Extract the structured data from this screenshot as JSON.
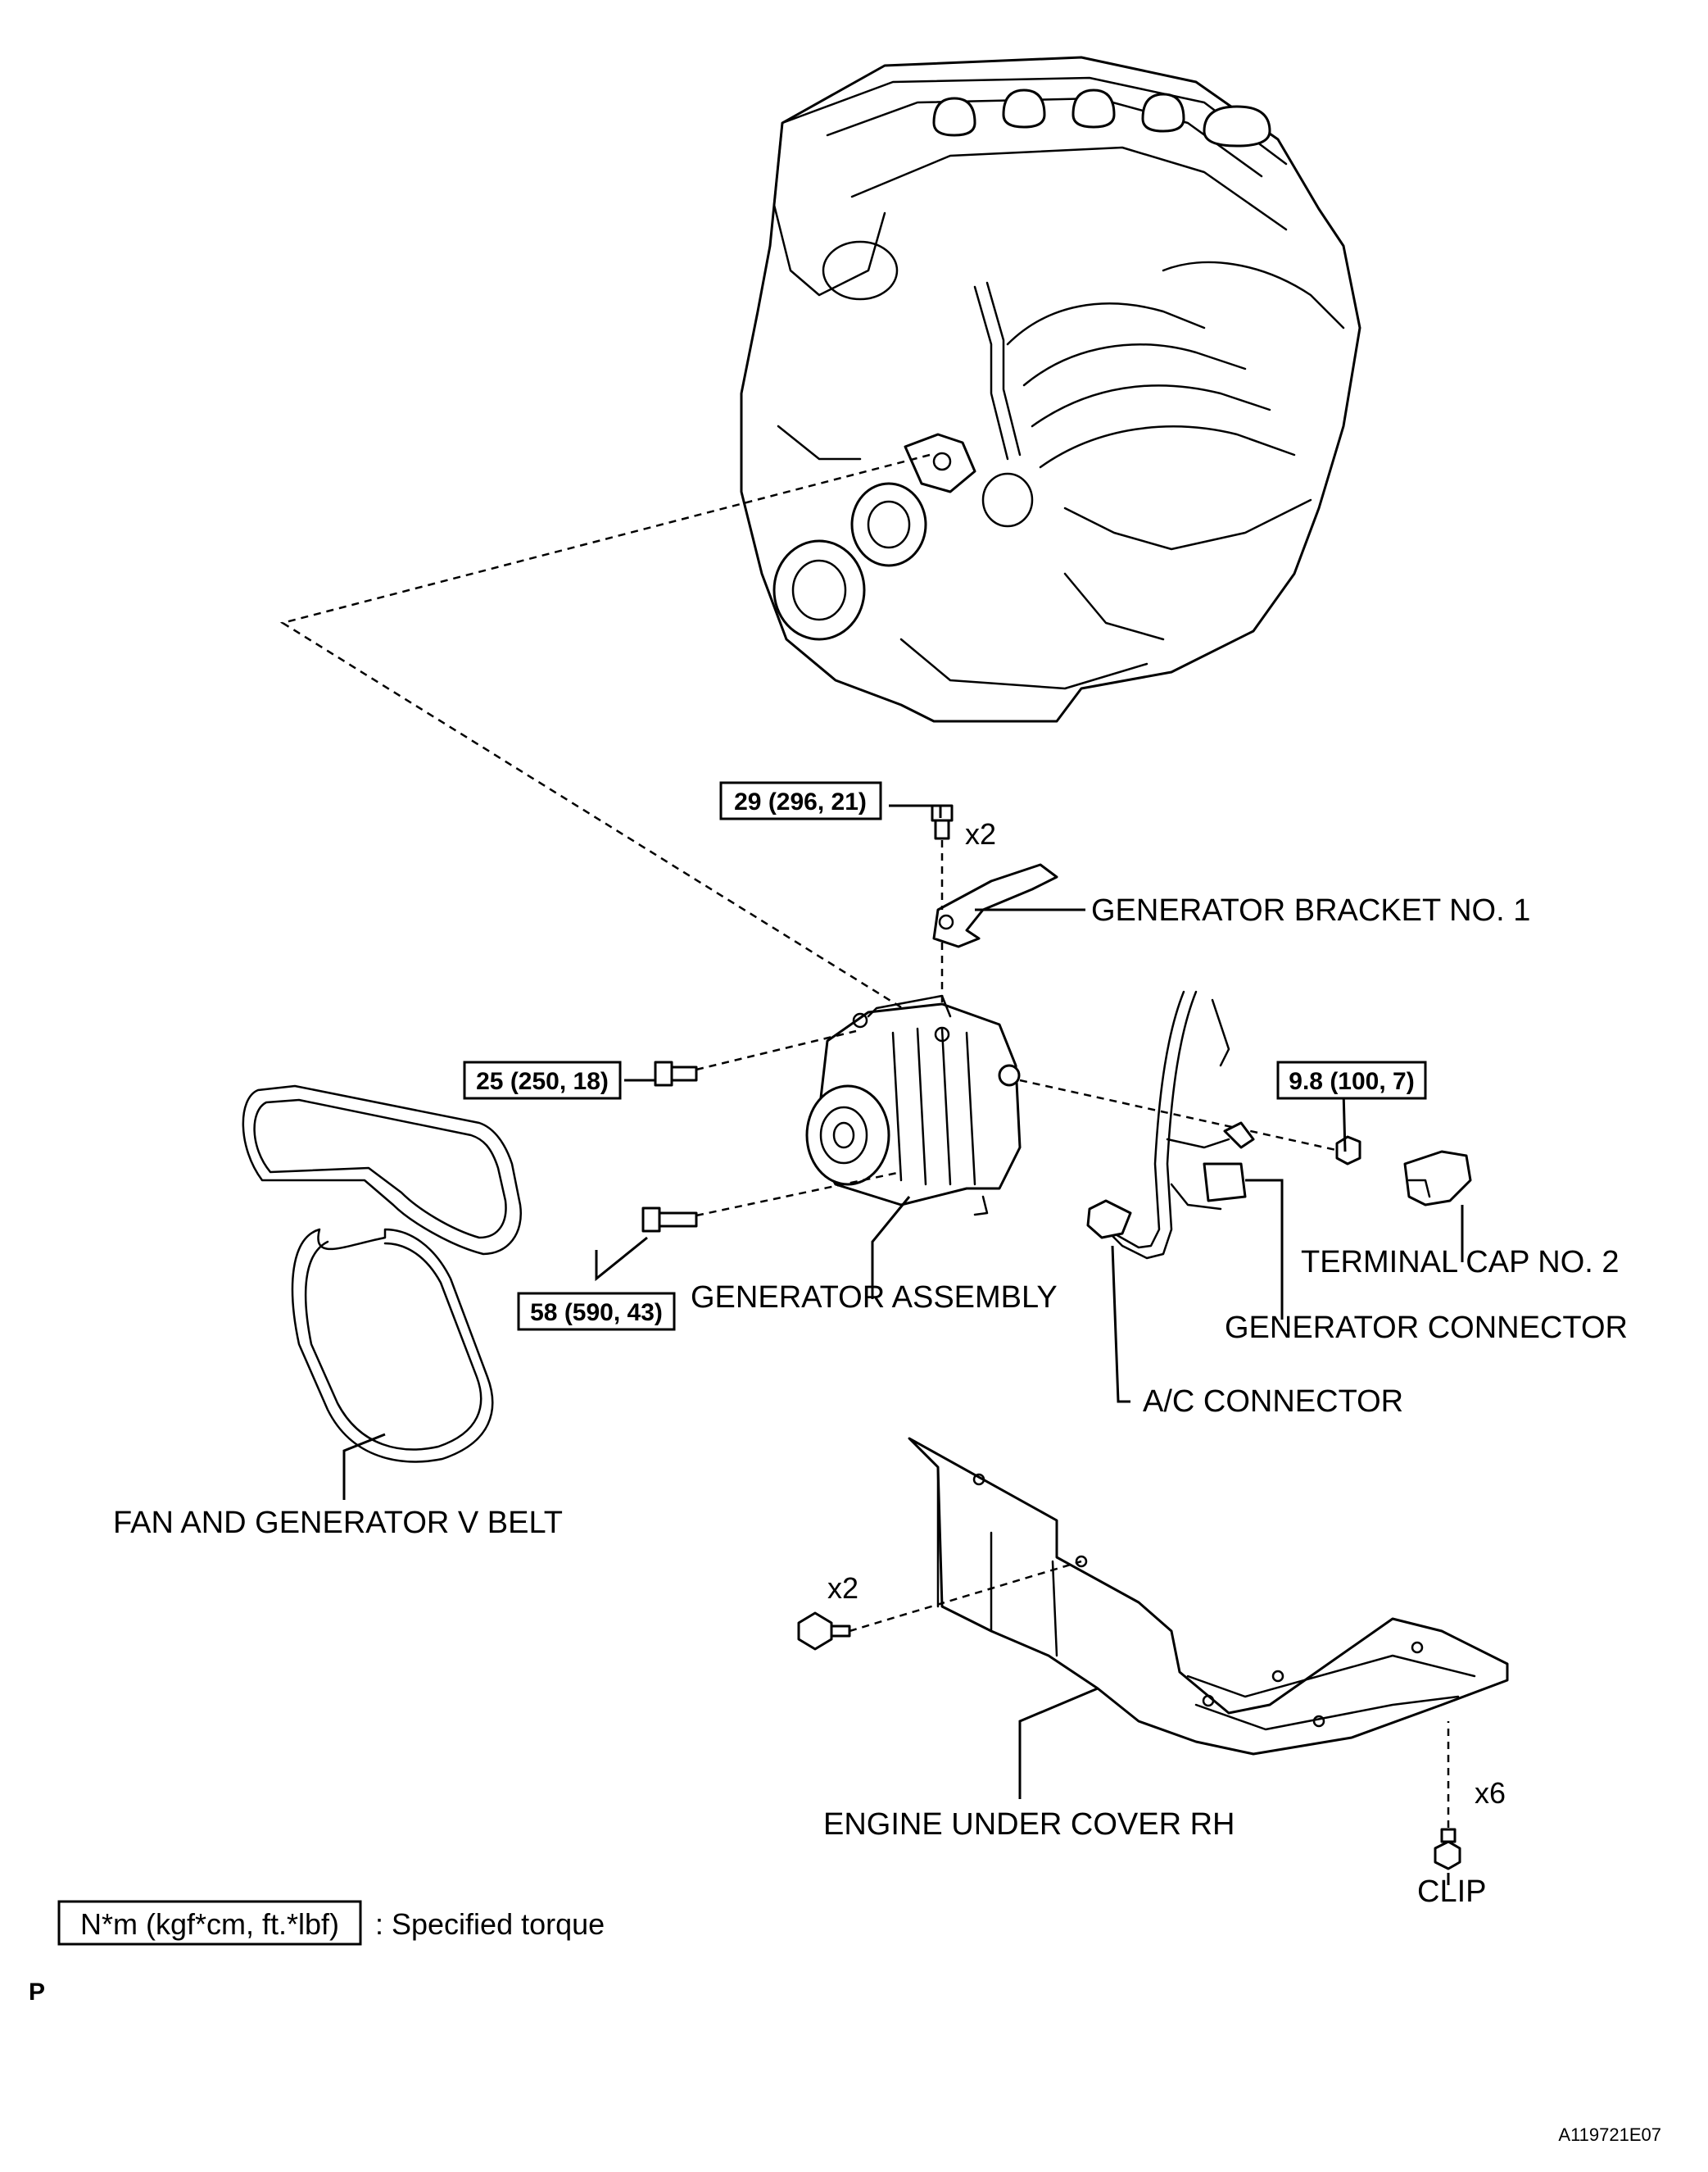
{
  "labels": {
    "generator_bracket": "GENERATOR BRACKET NO. 1",
    "generator_assembly": "GENERATOR ASSEMBLY",
    "terminal_cap": "TERMINAL CAP NO. 2",
    "generator_connector": "GENERATOR CONNECTOR",
    "ac_connector": "A/C CONNECTOR",
    "v_belt": "FAN AND GENERATOR V BELT",
    "under_cover": "ENGINE UNDER COVER RH",
    "clip": "CLIP"
  },
  "torque": {
    "bracket_bolt": "29 (296, 21)",
    "upper_bolt": "25 (250, 18)",
    "terminal_nut": "9.8 (100, 7)",
    "lower_bolt": "58 (590, 43)"
  },
  "quantities": {
    "bracket_bolt": "x2",
    "cover_bolt": "x2",
    "clip": "x6"
  },
  "legend": {
    "box_text": "N*m (kgf*cm, ft.*lbf)",
    "description": ": Specified torque"
  },
  "page_letter": "P",
  "figure_ref": "A119721E07"
}
